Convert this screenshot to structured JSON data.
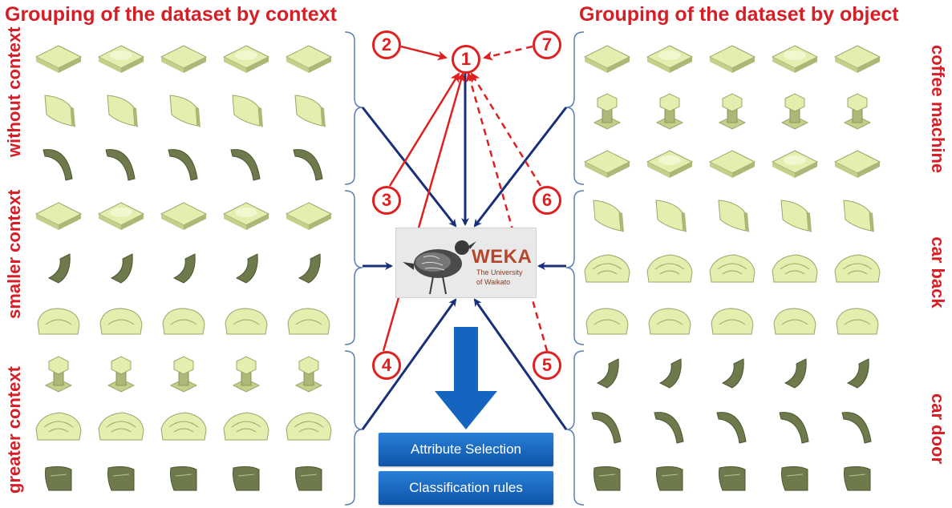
{
  "titles": {
    "left": "Grouping of the dataset by context",
    "right": "Grouping of the dataset by object"
  },
  "left_groups": [
    "without context",
    "smaller context",
    "greater context"
  ],
  "right_groups": [
    "coffee machine",
    "car back",
    "car door"
  ],
  "numbers": [
    "1",
    "2",
    "3",
    "4",
    "5",
    "6",
    "7"
  ],
  "weka": {
    "name": "WEKA",
    "line1": "The University",
    "line2": "of Waikato"
  },
  "buttons": {
    "attribute_selection": "Attribute Selection",
    "classification_rules": "Classification rules"
  },
  "colors": {
    "title_red": "#d61e26",
    "arrow_red": "#e02020",
    "arrow_navy": "#1a2f7a",
    "button_blue": "#1565c0",
    "shape_light": "#e4eeae",
    "shape_dark": "#6e7a4b"
  },
  "shape_rows": {
    "left": [
      "tile-light",
      "panel-light",
      "hook-dark",
      "tile-light",
      "claw-dark",
      "shell-light",
      "knob-light",
      "car-light",
      "door-dark"
    ],
    "right": [
      "tile-light",
      "knob-light",
      "tile-light",
      "panel-light",
      "car-light",
      "shell-light",
      "claw-dark",
      "hook-dark",
      "door-dark"
    ]
  }
}
